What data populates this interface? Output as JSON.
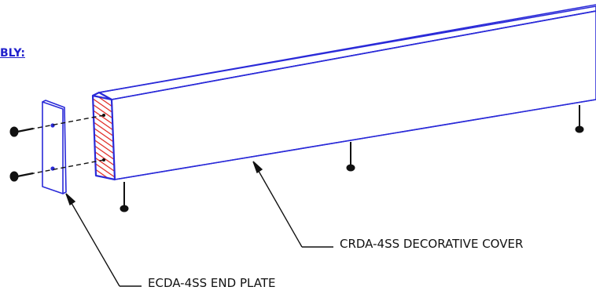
{
  "heading": {
    "text": "BLY:"
  },
  "callouts": {
    "cover": "CRDA-4SS DECORATIVE COVER",
    "end_plate": "ECDA-4SS END PLATE"
  },
  "colors": {
    "drawing_line": "#2a2ad8",
    "hatch": "#e0201a",
    "leader": "#111111",
    "screw": "#111111",
    "heading": "#2222cc"
  }
}
